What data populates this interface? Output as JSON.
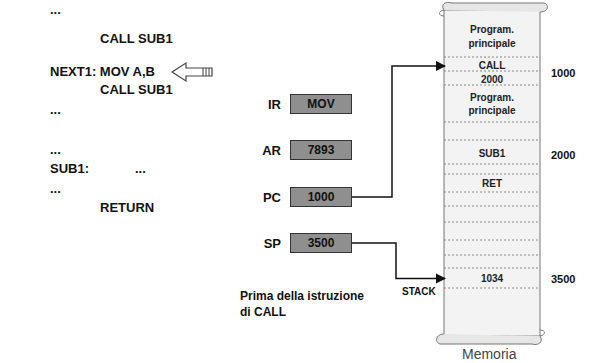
{
  "diagram": {
    "nodes": [
      {
        "text": [
          "IR",
          "MOV"
        ]
      },
      {
        "text": [
          "AR",
          "7893"
        ]
      },
      {
        "text": [
          "PC",
          "1000"
        ]
      },
      {
        "text": [
          "SP",
          "3500"
        ]
      },
      {
        "text": [
          "Program. principale"
        ]
      },
      {
        "text": [
          "CALL"
        ]
      },
      {
        "text": [
          "2000"
        ]
      },
      {
        "text": [
          "Program. principale"
        ]
      },
      {
        "text": [
          "SUB1"
        ]
      },
      {
        "text": [
          "RET"
        ]
      },
      {
        "text": [
          "1034"
        ]
      }
    ],
    "edges": [
      {
        "from": 2,
        "to": 5,
        "arrow": "to"
      },
      {
        "from": 3,
        "to": 10,
        "arrow": "to"
      }
    ],
    "labels": [
      "...",
      "CALL SUB1",
      "NEXT1: MOV A,B",
      "CALL SUB1",
      "...",
      "...",
      "SUB1:",
      "...",
      "...",
      "RETURN",
      "1000",
      "2000",
      "3500",
      "STACK",
      "Prima della istruzione di CALL",
      "Memoria"
    ]
  }
}
